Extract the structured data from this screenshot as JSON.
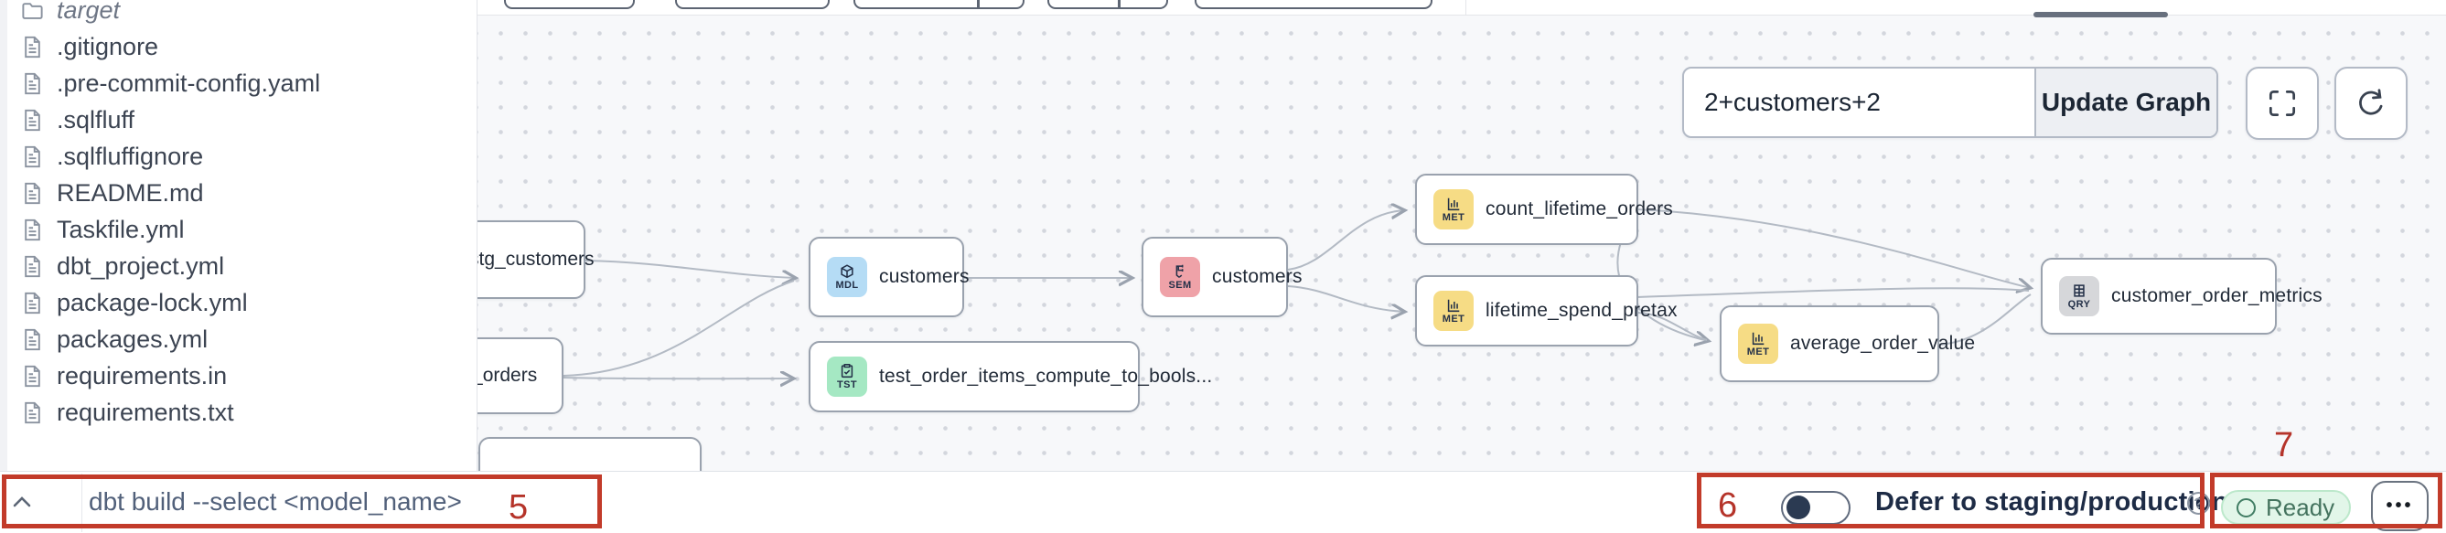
{
  "file_explorer": {
    "items": [
      {
        "name": "target",
        "kind": "folder"
      },
      {
        "name": ".gitignore",
        "kind": "file"
      },
      {
        "name": ".pre-commit-config.yaml",
        "kind": "file"
      },
      {
        "name": ".sqlfluff",
        "kind": "file"
      },
      {
        "name": ".sqlfluffignore",
        "kind": "file"
      },
      {
        "name": "README.md",
        "kind": "file"
      },
      {
        "name": "Taskfile.yml",
        "kind": "file"
      },
      {
        "name": "dbt_project.yml",
        "kind": "file"
      },
      {
        "name": "package-lock.yml",
        "kind": "file"
      },
      {
        "name": "packages.yml",
        "kind": "file"
      },
      {
        "name": "requirements.in",
        "kind": "file"
      },
      {
        "name": "requirements.txt",
        "kind": "file"
      }
    ]
  },
  "lineage": {
    "selector_value": "2+customers+2",
    "update_graph_label": "Update Graph",
    "nodes": [
      {
        "label": "stg_customers",
        "badge": "",
        "type": "model"
      },
      {
        "label": "stg_orders",
        "badge": "",
        "type": "model"
      },
      {
        "label": "customers",
        "badge": "MDL",
        "type": "model"
      },
      {
        "label": "test_order_items_compute_to_bools...",
        "badge": "TST",
        "type": "test"
      },
      {
        "label": "customers",
        "badge": "SEM",
        "type": "semantic-model"
      },
      {
        "label": "count_lifetime_orders",
        "badge": "MET",
        "type": "metric"
      },
      {
        "label": "lifetime_spend_pretax",
        "badge": "MET",
        "type": "metric"
      },
      {
        "label": "average_order_value",
        "badge": "MET",
        "type": "metric"
      },
      {
        "label": "customer_order_metrics",
        "badge": "QRY",
        "type": "saved-query"
      }
    ]
  },
  "bottom_bar": {
    "command_placeholder": "dbt build --select <model_name>",
    "defer_label": "Defer to staging/production",
    "ready_label": "Ready",
    "dots_label": "•••"
  },
  "annotations": {
    "box5": "5",
    "box6": "6",
    "box7": "7"
  },
  "colors": {
    "annotation_red": "#c23b2a",
    "badge_mdl_bg": "#b5dcf5",
    "badge_sem_bg": "#efa2a8",
    "badge_tst_bg": "#a5e8c3",
    "badge_met_bg": "#f6dc85",
    "badge_qry_bg": "#d6d7da",
    "ready_bg": "#e2f6e9",
    "ready_text": "#44735e",
    "toggle_knob": "#2b3a52",
    "edge_gray": "#b3bac4",
    "canvas_bg": "#f7f8fa"
  }
}
